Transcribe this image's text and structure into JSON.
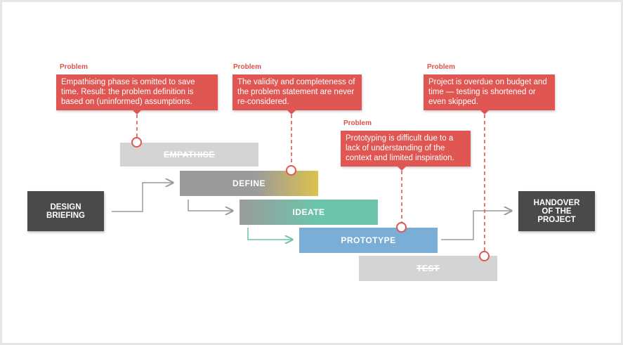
{
  "problems": [
    {
      "label": "Problem",
      "text": "Empathising phase is  omitted to save time. Result: the problem definition is based on (uninformed) assumptions."
    },
    {
      "label": "Problem",
      "text": "The validity and completeness of the problem statement are never re-considered."
    },
    {
      "label": "Problem",
      "text": "Prototyping is difficult due to a lack of understanding of the context and limited inspiration."
    },
    {
      "label": "Problem",
      "text": "Project is overdue on budget and time — testing is shortened or even skipped."
    }
  ],
  "phases": {
    "empathise": "EMPATHISE",
    "define": "DEFINE",
    "ideate": "IDEATE",
    "prototype": "PROTOTYPE",
    "test": "TEST"
  },
  "start": {
    "line1": "DESIGN",
    "line2": "BRIEFING"
  },
  "end": {
    "line1": "HANDOVER",
    "line2": "OF THE",
    "line3": "PROJECT"
  },
  "colors": {
    "problem_red": "#e05652",
    "define_gray": "#9b9b9b",
    "define_yellow": "#dcc24e",
    "ideate_teal": "#6cc4aa",
    "prototype_blue": "#7aaed6",
    "faded_gray": "#d4d4d4",
    "dark_box": "#4a4a4a"
  }
}
